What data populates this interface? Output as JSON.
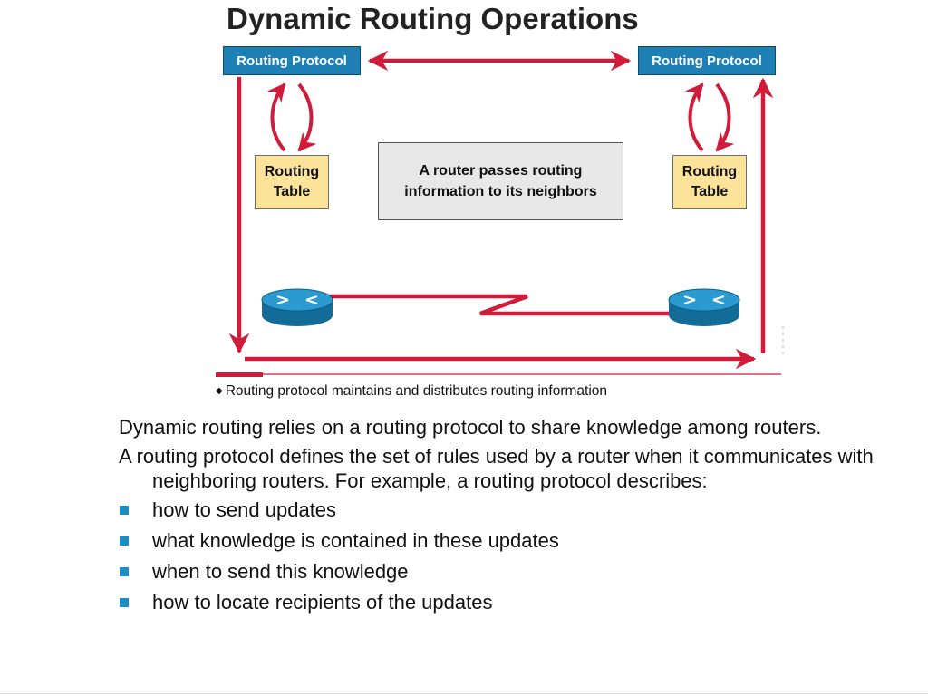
{
  "title": "Dynamic Routing Operations",
  "diagram": {
    "protocol_left": "Routing Protocol",
    "protocol_right": "Routing Protocol",
    "table_left_line1": "Routing",
    "table_left_line2": "Table",
    "table_right_line1": "Routing",
    "table_right_line2": "Table",
    "note_line1": "A router passes routing",
    "note_line2": "information to its neighbors",
    "caption_bullet": "◆",
    "caption": "Routing protocol maintains and distributes routing information",
    "colors": {
      "arrow": "#d01c3a",
      "protocol_box": "#1d7fb4",
      "table_box": "#fbe39a",
      "router": "#1a8fc4"
    }
  },
  "body": {
    "paragraph1": "Dynamic routing relies on a routing protocol to share knowledge among routers.",
    "paragraph2": "A routing protocol defines the set of rules used by a router when it communicates with neighboring routers. For example, a routing protocol describes:",
    "bullets": [
      "how to send updates",
      "what knowledge is contained in these updates",
      "when to send this knowledge",
      "how to locate recipients of the updates"
    ],
    "bullet_color": "#1b8dc3"
  }
}
